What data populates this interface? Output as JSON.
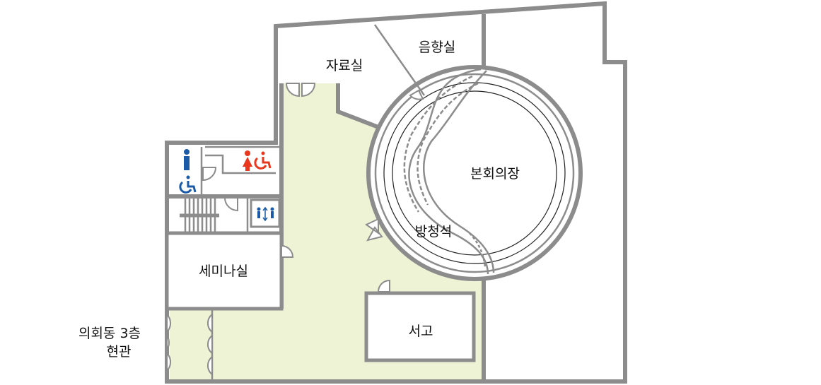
{
  "title": "의회동 3층 평면도",
  "colors": {
    "wall": "#8c8c8c",
    "lobby": "#eef3d6",
    "male": "#1a5aa6",
    "female": "#e8371d"
  },
  "rooms": {
    "archive": "자료실",
    "sound": "음향실",
    "plenary": "본회의장",
    "gallery": "방청석",
    "seminar": "세미나실",
    "stacks": "서고"
  },
  "entrance": {
    "line1": "의회동 3층",
    "line2": "현관"
  },
  "icons": [
    "male-restroom-icon",
    "accessible-restroom-icon",
    "female-restroom-icon",
    "elevator-icon",
    "stairs-icon"
  ]
}
